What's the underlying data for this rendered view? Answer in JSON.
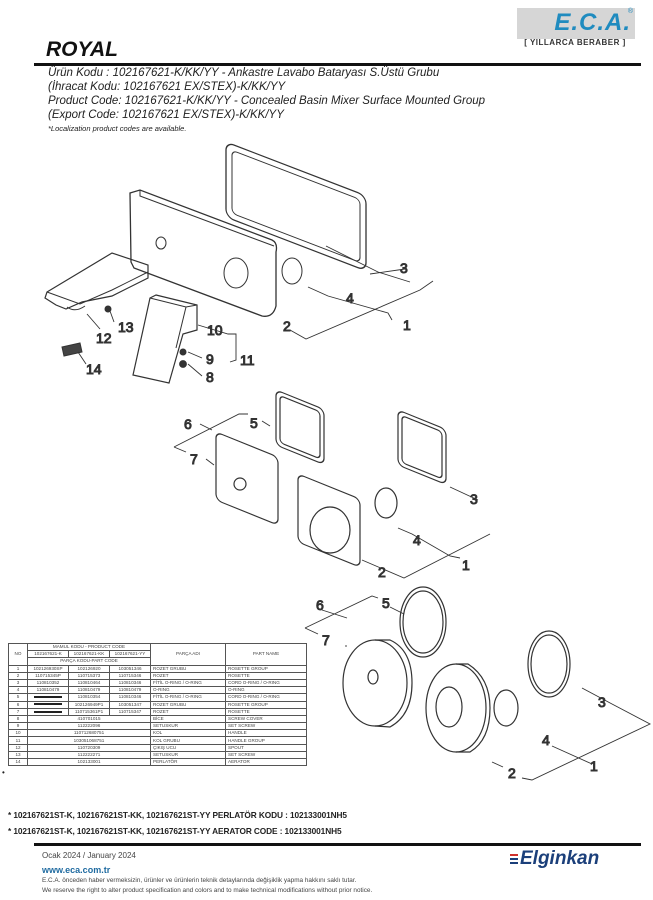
{
  "brand": {
    "logo_text": "E.C.A.",
    "logo_reg": "®",
    "slogan": "[ YILLARCA BERABER ]",
    "accent_color": "#1f8bbf"
  },
  "header": {
    "title": "ROYAL",
    "lines": [
      "Ürün Kodu : 102167621-K/KK/YY -  Ankastre Lavabo Bataryası S.Üstü Grubu",
      "(İhracat Kodu: 102167621 EX/STEX)-K/KK/YY",
      "Product Code: 102167621-K/KK/YY - Concealed Basin Mixer Surface Mounted Group",
      "(Export Code: 102167621 EX/STEX)-K/KK/YY"
    ],
    "note": "*Localization product codes are available."
  },
  "diagram": {
    "top_callouts": [
      "1",
      "2",
      "3",
      "4",
      "8",
      "9",
      "10",
      "11",
      "12",
      "13",
      "14"
    ],
    "middle_callouts": [
      "1",
      "2",
      "3",
      "4",
      "5",
      "6",
      "7"
    ],
    "bottom_callouts": [
      "1",
      "2",
      "3",
      "4",
      "5",
      "6",
      "7"
    ]
  },
  "table": {
    "header": {
      "no": "NO",
      "product_code": "MAMUL KODU - PRODUCT CODE",
      "variants": [
        "102167621-K",
        "102167621-KK",
        "102167621-YY"
      ],
      "part_code": "PARÇA KODU-PART CODE",
      "part_name_tr": "PARÇA ADI",
      "part_name_en": "PART NAME"
    },
    "rows": [
      {
        "no": "1",
        "codes": [
          "102126930SP",
          "102126920",
          "103051346"
        ],
        "tr": "ROZET GRUBU",
        "en": "ROSETTE GROUP"
      },
      {
        "no": "2",
        "codes": [
          "110715345P",
          "110715373",
          "110715346"
        ],
        "tr": "ROZET",
        "en": "ROSETTE"
      },
      {
        "no": "3",
        "codes": [
          "110810352",
          "110810464",
          "110810346"
        ],
        "tr": "FİTİL O-RING / O-RING",
        "en": "CORD O-RING / O-RING"
      },
      {
        "no": "4",
        "codes": [
          "110810479",
          "110810479",
          "110810479"
        ],
        "tr": "O-RING",
        "en": "O-RING"
      },
      {
        "no": "5",
        "codes": [
          "",
          "110810354",
          "110810346"
        ],
        "tr": "FİTİL O-RING / O-RING",
        "en": "CORD O-RING / O-RING"
      },
      {
        "no": "6",
        "codes": [
          "",
          "102126949P1",
          "103051347"
        ],
        "tr": "ROZET GRUBU",
        "en": "ROSETTE GROUP"
      },
      {
        "no": "7",
        "codes": [
          "",
          "110715361P1",
          "110715347"
        ],
        "tr": "ROZET",
        "en": "ROSETTE"
      },
      {
        "no": "8",
        "code": "410701015",
        "tr": "BİCE",
        "en": "SCREW COVER"
      },
      {
        "no": "9",
        "code": "112222096",
        "tr": "SETUSKUR",
        "en": "SET SCREW"
      },
      {
        "no": "10",
        "code": "110712680751",
        "tr": "KOL",
        "en": "HANDLE"
      },
      {
        "no": "11",
        "code": "103051068751",
        "tr": "KOL GRUBU",
        "en": "HANDLE GROUP"
      },
      {
        "no": "12",
        "code": "110720309",
        "tr": "ÇIKIŞ UCU",
        "en": "SPOUT"
      },
      {
        "no": "13",
        "code": "112222271",
        "tr": "SETUSKUR",
        "en": "SET SCREW"
      },
      {
        "no": "14",
        "code": "102133001",
        "tr": "PERLATÖR",
        "en": "AERATOR"
      }
    ],
    "row_marker": "•"
  },
  "notes": [
    "* 102167621ST-K, 102167621ST-KK, 102167621ST-YY PERLATÖR KODU : 102133001NH5",
    "* 102167621ST-K, 102167621ST-KK, 102167621ST-YY AERATOR CODE : 102133001NH5"
  ],
  "footer": {
    "date": "Ocak 2024 / January 2024",
    "url": "www.eca.com.tr",
    "disclaimer_tr": "E.C.A. önceden haber vermeksizin, ürünler ve ürünlerin teknik detaylarında değişiklik yapma hakkını saklı tutar.",
    "disclaimer_en": "We reserve the right to alter product specification and colors and to make technical modifications without prior notice.",
    "partner_logo": "Elginkan"
  }
}
